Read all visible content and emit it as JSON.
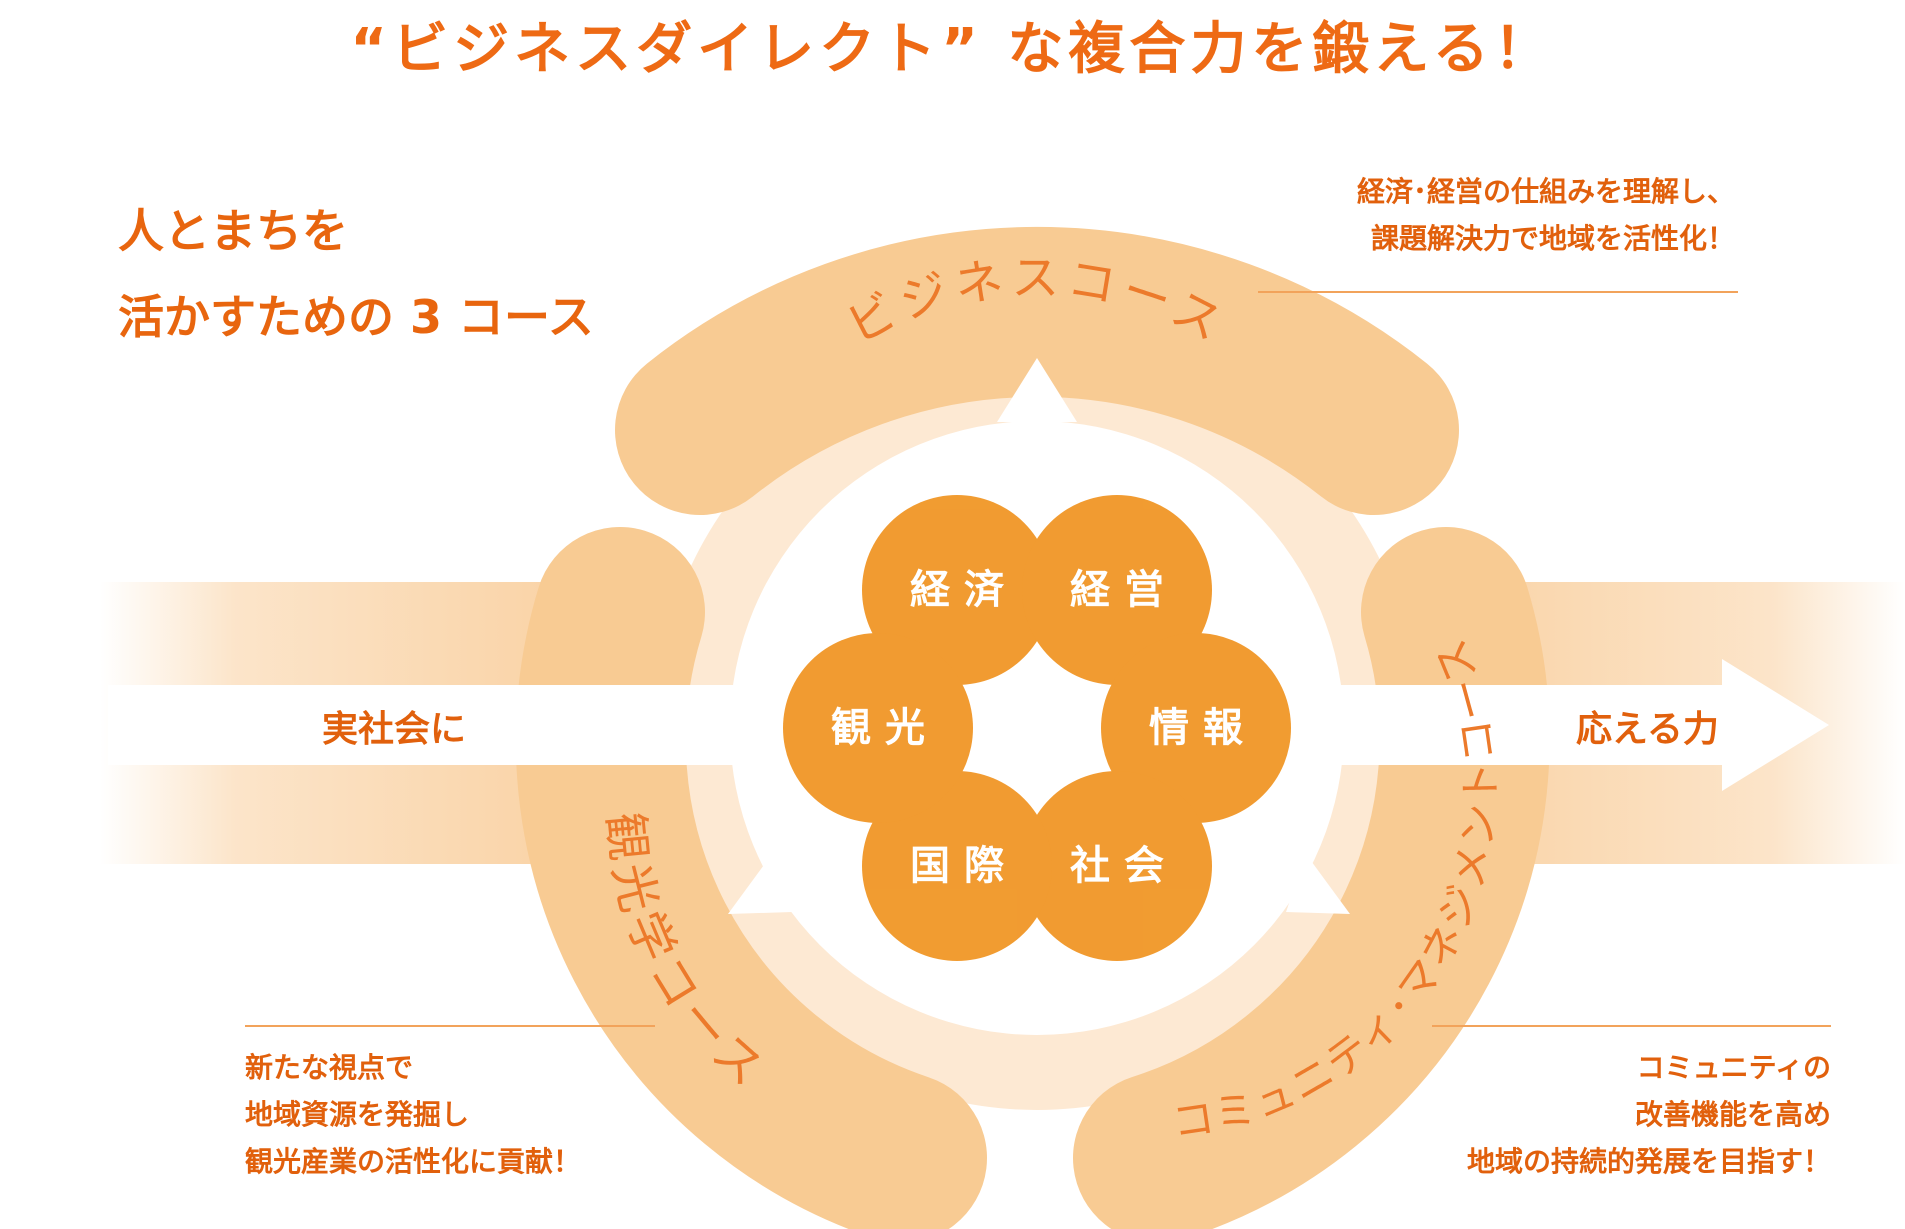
{
  "headline": "“ビジネスダイレクト” な複合力を鍛える！",
  "intro": {
    "line1": "人とまちを",
    "line2": "活かすための 3 コース"
  },
  "flow": {
    "input_label": "実社会に",
    "output_label": "応える力"
  },
  "courses": {
    "business": {
      "name": "ビジネスコース",
      "note_line1": "経済･経営の仕組みを理解し、",
      "note_line2": "課題解決力で地域を活性化！"
    },
    "tourism": {
      "name": "観光学コース",
      "note_line1": "新たな視点で",
      "note_line2": "地域資源を発掘し",
      "note_line3": "観光産業の活性化に貢献！"
    },
    "community": {
      "name": "コミュニティ･マネジメントコース",
      "note_line1": "コミュニティの",
      "note_line2": "改善機能を高め",
      "note_line3": "地域の持続的発展を目指す！"
    }
  },
  "fields": {
    "economy": "経 済",
    "management": "経 営",
    "information": "情 報",
    "society": "社 会",
    "international": "国 際",
    "tourism": "観 光"
  },
  "colors": {
    "title_orange": "#ee6a14",
    "band_orange": "#f8cb93",
    "ring_light": "#fde9d3",
    "circle_orange": "#f0911b",
    "circle_overlap": "#e05806",
    "white": "#ffffff"
  }
}
